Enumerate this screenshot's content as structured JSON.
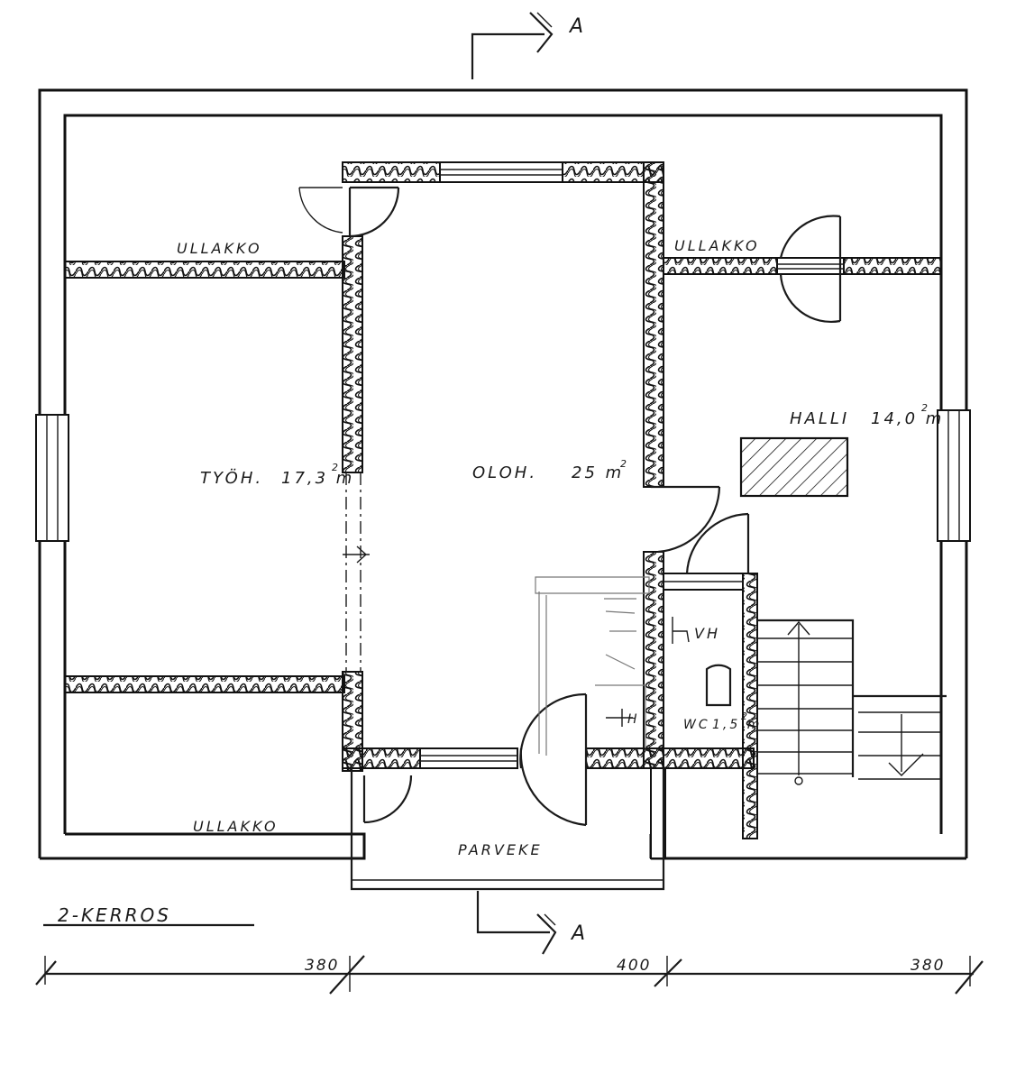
{
  "section_marker": "A",
  "floor_title": "2-KERROS",
  "rooms": {
    "attic_top_left": "ULLAKKO",
    "attic_top_right": "ULLAKKO",
    "attic_bottom_left": "ULLAKKO",
    "work_room": {
      "name": "TYÖH.",
      "area": "17,3 m",
      "unit_sup": "2"
    },
    "living_room": {
      "name": "OLOH.",
      "area": "25 m",
      "unit_sup": "2"
    },
    "hall": {
      "name": "HALLI",
      "area": "14,0 m",
      "unit_sup": "2"
    },
    "wc": {
      "name": "WC",
      "area": "1,5 m",
      "unit_sup": "2"
    },
    "vh_label": "VH",
    "h_label": "H",
    "balcony": "PARVEKE"
  },
  "dimensions": [
    "380",
    "400",
    "380"
  ]
}
